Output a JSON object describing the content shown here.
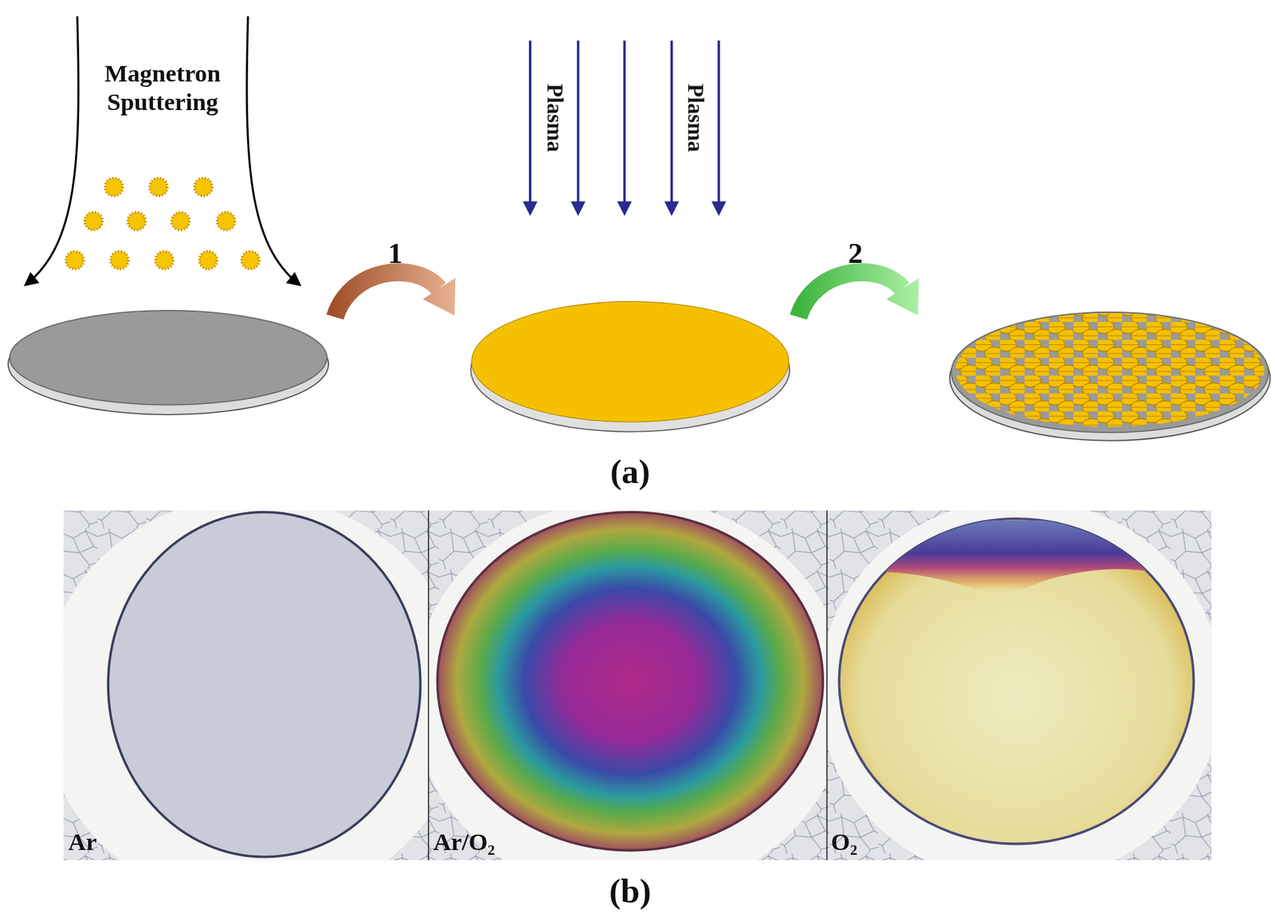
{
  "diagram": {
    "labels": [
      "Magnetron Sputtering",
      "Plasma",
      "Plasma",
      "1",
      "2",
      "(a)",
      "Ar",
      "Ar/O₂",
      "O₂",
      "(b)"
    ]
  }
}
